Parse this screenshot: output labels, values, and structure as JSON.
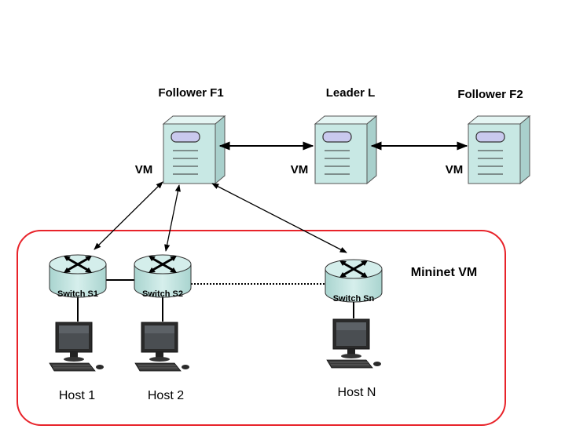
{
  "servers": [
    {
      "title": "Follower F1",
      "vm_label": "VM"
    },
    {
      "title": "Leader L",
      "vm_label": "VM"
    },
    {
      "title": "Follower F2",
      "vm_label": "VM"
    }
  ],
  "mininet": {
    "label": "Mininet VM"
  },
  "switches": [
    {
      "label": "Switch S1"
    },
    {
      "label": "Switch S2"
    },
    {
      "label": "Switch Sn"
    }
  ],
  "hosts": [
    {
      "label": "Host 1"
    },
    {
      "label": "Host 2"
    },
    {
      "label": "Host N"
    }
  ],
  "colors": {
    "server_face": "#c8e8e4",
    "server_side": "#a9d0cc",
    "switch_fill": "#c6e6e2",
    "mininet_border": "#e8232a"
  }
}
